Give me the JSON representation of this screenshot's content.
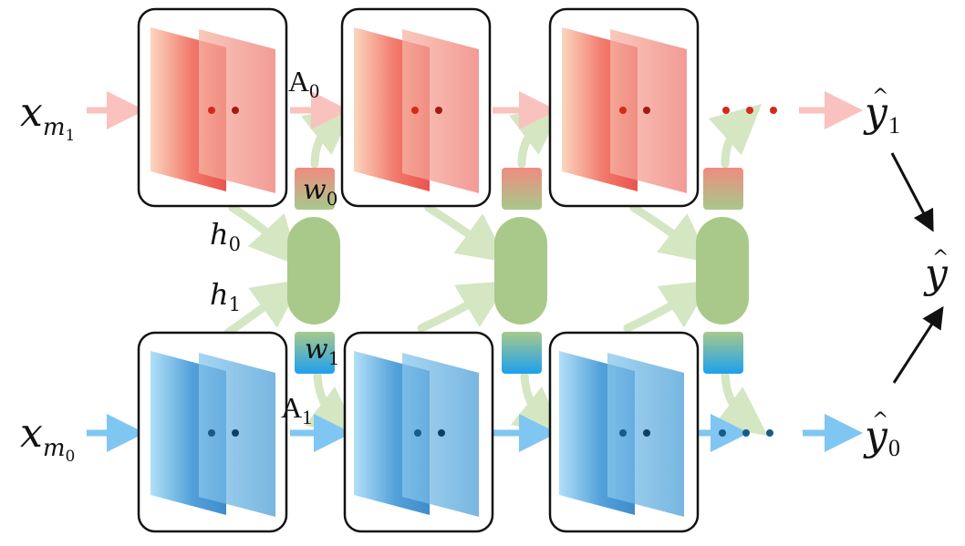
{
  "labels": {
    "input_top": {
      "var": "x",
      "sub": "m",
      "subsub": "1"
    },
    "input_bottom": {
      "var": "x",
      "sub": "m",
      "subsub": "0"
    },
    "attn_top": {
      "base": "A",
      "sub": "0"
    },
    "attn_bottom": {
      "base": "A",
      "sub": "1"
    },
    "weight_top": {
      "base": "w",
      "sub": "0"
    },
    "weight_bottom": {
      "base": "w",
      "sub": "1"
    },
    "hidden_top": {
      "base": "h",
      "sub": "0"
    },
    "hidden_bottom": {
      "base": "h",
      "sub": "1"
    },
    "output_top": {
      "base": "y",
      "hat": "^",
      "sub": "1"
    },
    "output_bottom": {
      "base": "y",
      "hat": "^",
      "sub": "0"
    },
    "output_final": {
      "base": "y",
      "hat": "^"
    }
  },
  "colors": {
    "red_stream": "#f27a6e",
    "red_arrow": "#f9c2be",
    "red_dot": "#d42a1a",
    "blue_stream": "#5aaee6",
    "blue_arrow": "#7fc6f3",
    "blue_dot": "#1a5a88",
    "green_gate": "#a9c98a",
    "green_arrow": "#d4e6c2"
  },
  "icons": {
    "ellipsis_top": "ellipsis-icon",
    "ellipsis_bottom": "ellipsis-icon"
  }
}
